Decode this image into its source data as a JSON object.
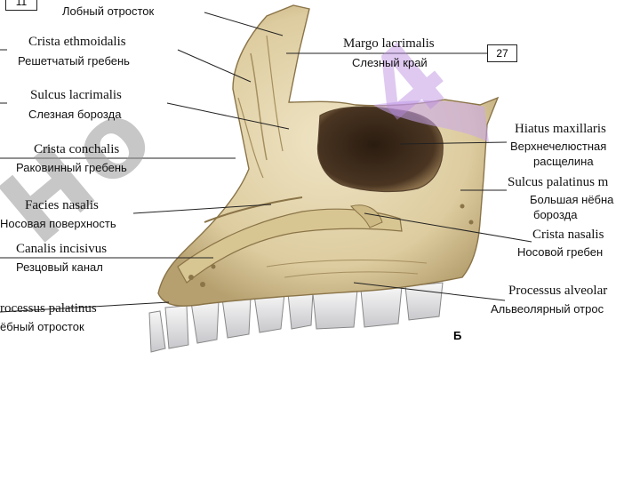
{
  "labels_left": [
    {
      "id": "frontal",
      "lat": "",
      "rus": "Лобный отросток"
    },
    {
      "id": "ethmoid",
      "lat": "Crista ethmoidalis",
      "rus": "Решетчатый гребень"
    },
    {
      "id": "sulcus-lacr",
      "lat": "Sulcus lacrimalis",
      "rus": "Слезная борозда"
    },
    {
      "id": "conchalis",
      "lat": "Crista conchalis",
      "rus": "Раковинный гребень"
    },
    {
      "id": "facies",
      "lat": "Facies nasalis",
      "rus": "Носовая поверхность"
    },
    {
      "id": "incisivus",
      "lat": "Canalis incisivus",
      "rus": "Резцовый канал"
    },
    {
      "id": "palatinus",
      "lat": "rocessus palatinus",
      "rus": "ёбный отросток"
    }
  ],
  "labels_right": [
    {
      "id": "margo",
      "lat": "Margo lacrimalis",
      "rus": "Слезный край"
    },
    {
      "id": "hiatus",
      "lat": "Hiatus maxillaris",
      "rus": "Верхнечелюстная",
      "rus2": "расщелина"
    },
    {
      "id": "sulcus-pal",
      "lat": "Sulcus palatinus m",
      "rus": "Большая нёбна",
      "rus2": "борозда"
    },
    {
      "id": "nasalis",
      "lat": "Crista nasalis",
      "rus": "Носовой гребен"
    },
    {
      "id": "alveolar",
      "lat": "Processus alveolar",
      "rus": "Альвеолярный отрос"
    }
  ],
  "boxes": {
    "top_left": "11",
    "right": "27"
  },
  "figure_letter": "Б",
  "watermark": "Но",
  "watermark2": "4",
  "colors": {
    "bone": "#e6d9b4",
    "bone_dark": "#b8a274",
    "cavity": "#3a2a1a",
    "tooth": "#e9e9ea",
    "watermark": "#9b9b9b",
    "highlight": "#c9a6ef"
  }
}
